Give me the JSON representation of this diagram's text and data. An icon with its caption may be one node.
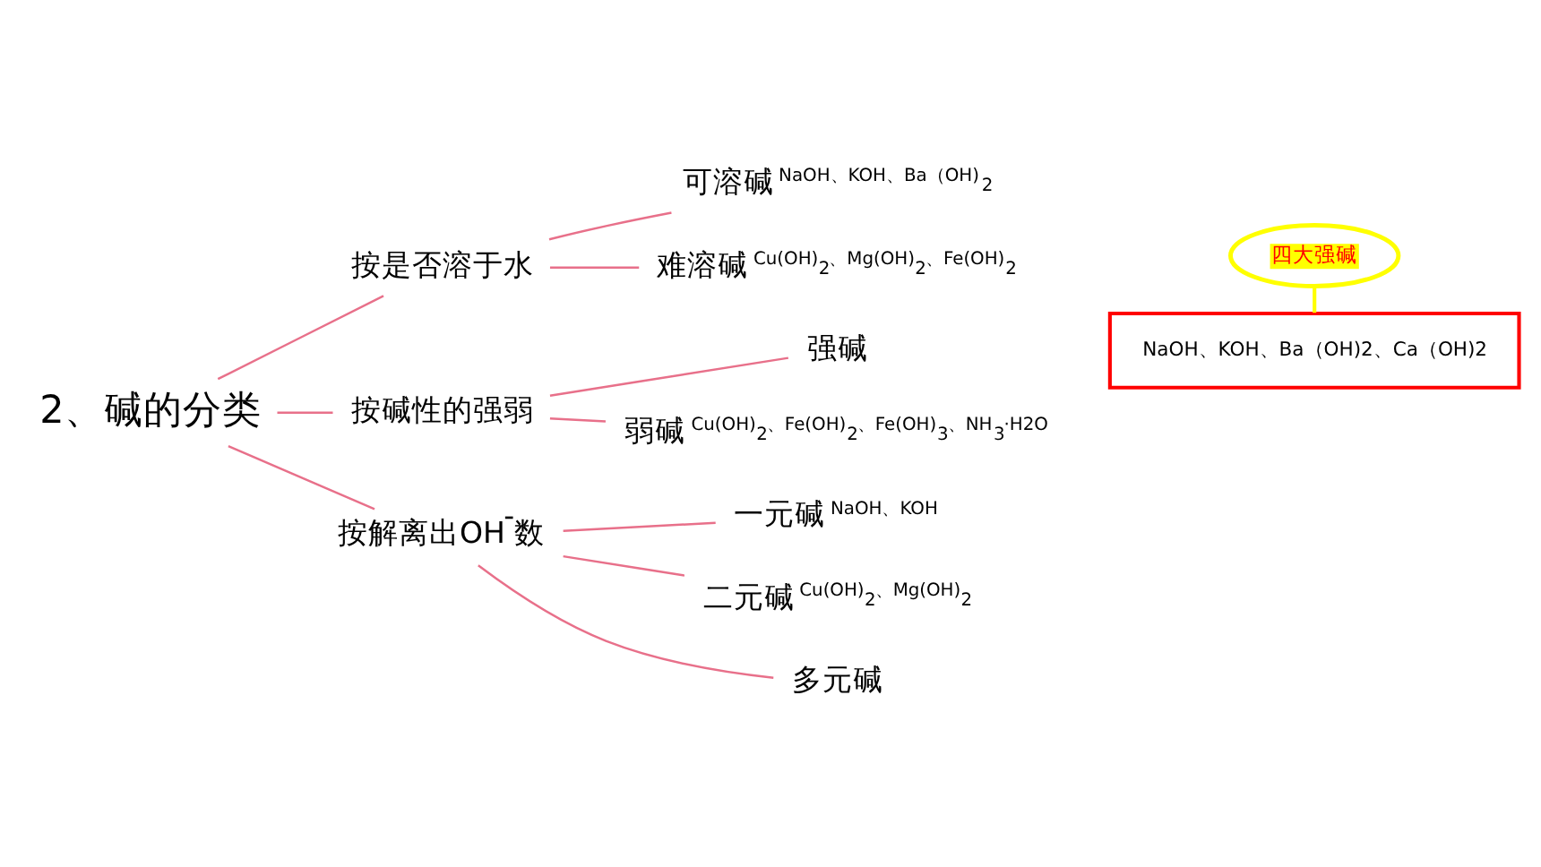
{
  "diagram": {
    "nodes": [
      {
        "text": [
          "2、碱的分类"
        ]
      },
      {
        "text": [
          "按是否溶于水"
        ]
      },
      {
        "text": [
          "可溶碱"
        ],
        "beside": [
          "NaOH、KOH、Ba（OH)$_{2}$"
        ]
      },
      {
        "text": [
          "难溶碱"
        ],
        "beside": [
          "Cu(OH)$_{2}$、Mg(OH)$_{2}$、Fe(OH)$_{2}$"
        ]
      },
      {
        "text": [
          "按碱性的强弱"
        ]
      },
      {
        "text": [
          "强碱"
        ]
      },
      {
        "text": [
          "NaOH、KOH、Ba（OH)2、Ca（OH)2"
        ]
      },
      {
        "text": [
          "弱碱"
        ],
        "beside": [
          "Cu(OH)$_{2}$、Fe(OH)$_{2}$、Fe(OH)$_{3}$、NH$_{3}$·H2O"
        ]
      },
      {
        "text": [
          "按解离出OH$^{-}$数"
        ]
      },
      {
        "text": [
          "一元碱"
        ],
        "beside": [
          "NaOH、KOH"
        ]
      },
      {
        "text": [
          "二元碱"
        ],
        "beside": [
          "Cu(OH)$_{2}$、Mg(OH)$_{2}$"
        ]
      },
      {
        "text": [
          "多元碱"
        ]
      },
      {
        "text": [
          "四大强碱"
        ]
      }
    ],
    "edges": [
      {
        "from": 0,
        "to": 1,
        "arrow": "none"
      },
      {
        "from": 0,
        "to": 4,
        "arrow": "none"
      },
      {
        "from": 0,
        "to": 8,
        "arrow": "none"
      },
      {
        "from": 1,
        "to": 2,
        "arrow": "none"
      },
      {
        "from": 1,
        "to": 3,
        "arrow": "none"
      },
      {
        "from": 4,
        "to": 5,
        "arrow": "none"
      },
      {
        "from": 4,
        "to": 7,
        "arrow": "none"
      },
      {
        "from": 8,
        "to": 9,
        "arrow": "none"
      },
      {
        "from": 8,
        "to": 10,
        "arrow": "none"
      },
      {
        "from": 8,
        "to": 11,
        "arrow": "none"
      },
      {
        "from": 12,
        "to": 6,
        "arrow": "none",
        "color": "#ffff00"
      }
    ]
  }
}
